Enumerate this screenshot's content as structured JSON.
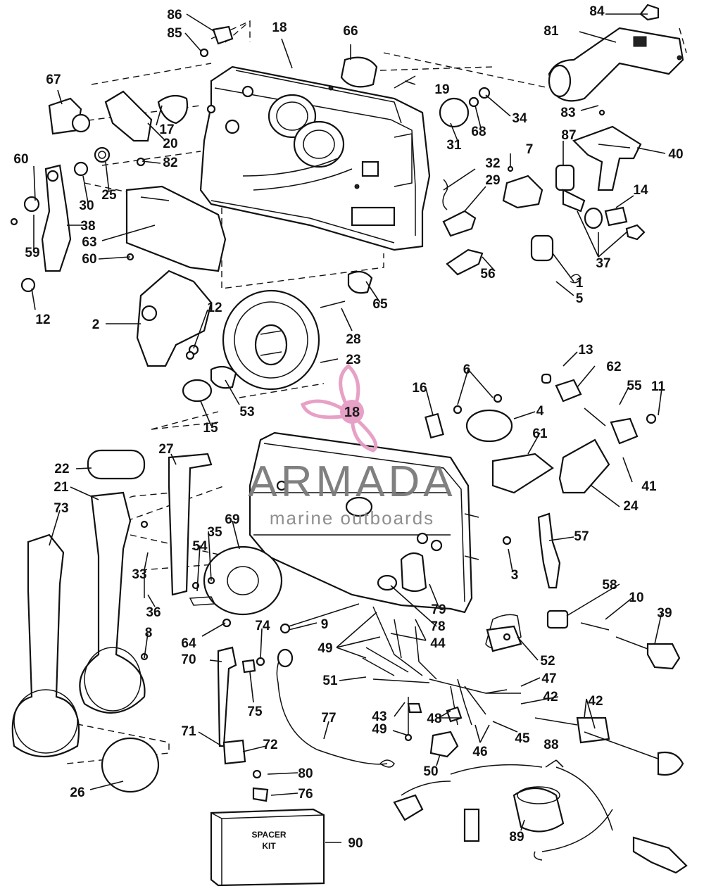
{
  "watermark": {
    "brand": "ARMADA",
    "tagline": "marine outboards",
    "logo_number": "18",
    "accent_color": "#e69bc4"
  },
  "spacer_kit": {
    "line1": "SPACER",
    "line2": "KIT"
  },
  "callouts": [
    {
      "id": "86",
      "label": "86"
    },
    {
      "id": "85",
      "label": "85"
    },
    {
      "id": "18a",
      "label": "18"
    },
    {
      "id": "66",
      "label": "66"
    },
    {
      "id": "84",
      "label": "84"
    },
    {
      "id": "81",
      "label": "81"
    },
    {
      "id": "67",
      "label": "67"
    },
    {
      "id": "19",
      "label": "19"
    },
    {
      "id": "34",
      "label": "34"
    },
    {
      "id": "83",
      "label": "83"
    },
    {
      "id": "68",
      "label": "68"
    },
    {
      "id": "17",
      "label": "17"
    },
    {
      "id": "87",
      "label": "87"
    },
    {
      "id": "60a",
      "label": "60"
    },
    {
      "id": "20",
      "label": "20"
    },
    {
      "id": "31",
      "label": "31"
    },
    {
      "id": "7",
      "label": "7"
    },
    {
      "id": "40",
      "label": "40"
    },
    {
      "id": "82",
      "label": "82"
    },
    {
      "id": "32",
      "label": "32"
    },
    {
      "id": "30",
      "label": "30"
    },
    {
      "id": "25",
      "label": "25"
    },
    {
      "id": "29",
      "label": "29"
    },
    {
      "id": "14",
      "label": "14"
    },
    {
      "id": "38",
      "label": "38"
    },
    {
      "id": "63",
      "label": "63"
    },
    {
      "id": "59",
      "label": "59"
    },
    {
      "id": "60b",
      "label": "60"
    },
    {
      "id": "37",
      "label": "37"
    },
    {
      "id": "56",
      "label": "56"
    },
    {
      "id": "1",
      "label": "1"
    },
    {
      "id": "5",
      "label": "5"
    },
    {
      "id": "12a",
      "label": "12"
    },
    {
      "id": "12b",
      "label": "12"
    },
    {
      "id": "2",
      "label": "2"
    },
    {
      "id": "28",
      "label": "28"
    },
    {
      "id": "65",
      "label": "65"
    },
    {
      "id": "23",
      "label": "23"
    },
    {
      "id": "13",
      "label": "13"
    },
    {
      "id": "62",
      "label": "62"
    },
    {
      "id": "6",
      "label": "6"
    },
    {
      "id": "16",
      "label": "16"
    },
    {
      "id": "55",
      "label": "55"
    },
    {
      "id": "11",
      "label": "11"
    },
    {
      "id": "4",
      "label": "4"
    },
    {
      "id": "53",
      "label": "53"
    },
    {
      "id": "15",
      "label": "15"
    },
    {
      "id": "61",
      "label": "61"
    },
    {
      "id": "27",
      "label": "27"
    },
    {
      "id": "22",
      "label": "22"
    },
    {
      "id": "21",
      "label": "21"
    },
    {
      "id": "41",
      "label": "41"
    },
    {
      "id": "24",
      "label": "24"
    },
    {
      "id": "73",
      "label": "73"
    },
    {
      "id": "69",
      "label": "69"
    },
    {
      "id": "35",
      "label": "35"
    },
    {
      "id": "57",
      "label": "57"
    },
    {
      "id": "54",
      "label": "54"
    },
    {
      "id": "33",
      "label": "33"
    },
    {
      "id": "3",
      "label": "3"
    },
    {
      "id": "36",
      "label": "36"
    },
    {
      "id": "79",
      "label": "79"
    },
    {
      "id": "58",
      "label": "58"
    },
    {
      "id": "10",
      "label": "10"
    },
    {
      "id": "39",
      "label": "39"
    },
    {
      "id": "8",
      "label": "8"
    },
    {
      "id": "9",
      "label": "9"
    },
    {
      "id": "78",
      "label": "78"
    },
    {
      "id": "64",
      "label": "64"
    },
    {
      "id": "74",
      "label": "74"
    },
    {
      "id": "49a",
      "label": "49"
    },
    {
      "id": "44",
      "label": "44"
    },
    {
      "id": "70",
      "label": "70"
    },
    {
      "id": "52",
      "label": "52"
    },
    {
      "id": "51",
      "label": "51"
    },
    {
      "id": "47",
      "label": "47"
    },
    {
      "id": "75",
      "label": "75"
    },
    {
      "id": "42a",
      "label": "42"
    },
    {
      "id": "42b",
      "label": "42"
    },
    {
      "id": "77",
      "label": "77"
    },
    {
      "id": "43",
      "label": "43"
    },
    {
      "id": "48",
      "label": "48"
    },
    {
      "id": "49b",
      "label": "49"
    },
    {
      "id": "45",
      "label": "45"
    },
    {
      "id": "71",
      "label": "71"
    },
    {
      "id": "72",
      "label": "72"
    },
    {
      "id": "46",
      "label": "46"
    },
    {
      "id": "88",
      "label": "88"
    },
    {
      "id": "50",
      "label": "50"
    },
    {
      "id": "80",
      "label": "80"
    },
    {
      "id": "26",
      "label": "26"
    },
    {
      "id": "76",
      "label": "76"
    },
    {
      "id": "89",
      "label": "89"
    },
    {
      "id": "90",
      "label": "90"
    }
  ]
}
